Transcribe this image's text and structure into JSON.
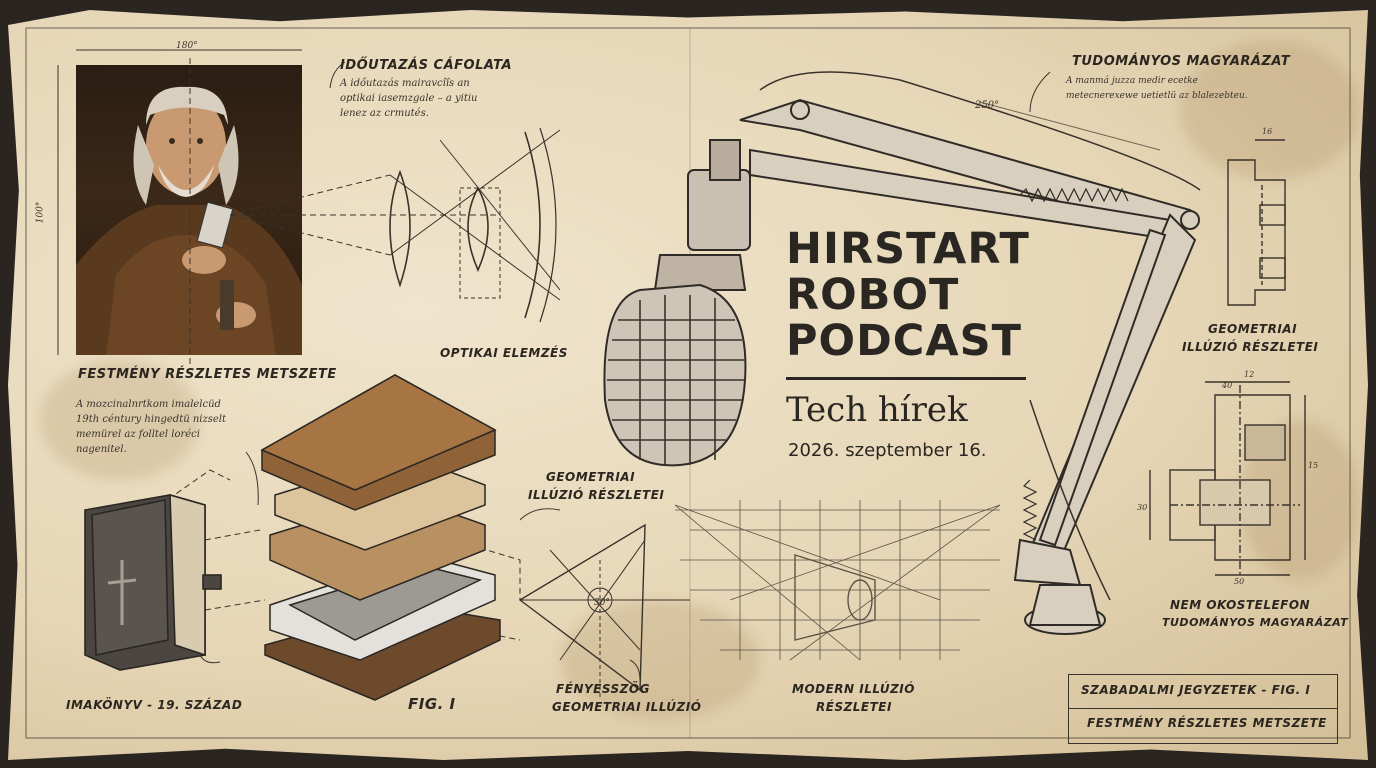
{
  "title_lines": [
    "HIRSTART",
    "ROBOT",
    "PODCAST"
  ],
  "subtitle": "Tech hírek",
  "date": "2026. szeptember 16.",
  "labels": {
    "idoutazas": "IDŐUTAZÁS CÁFOLATA",
    "tudomanyos": "TUDOMÁNYOS MAGYARÁZAT",
    "festmeny": "FESTMÉNY RÉSZLETES METSZETE",
    "optikai": "OPTIKAI ELEMZÉS",
    "geom_right_1": "GEOMETRIAI",
    "geom_right_2": "ILLÚZIÓ RÉSZLETEI",
    "geom_mid_1": "GEOMETRIAI",
    "geom_mid_2": "ILLÚZIÓ RÉSZLETEI",
    "nem_okos_1": "NEM OKOSTELEFON",
    "nem_okos_2": "TUDOMÁNYOS MAGYARÁZAT",
    "imakonyv": "IMAKÖNYV - 19. SZÁZAD",
    "fig": "FIG. I",
    "fenyesszog_1": "FÉNYESSZÖG",
    "fenyesszog_2": "GEOMETRIAI ILLÚZIÓ",
    "modern_1": "MODERN ILLÚZIÓ",
    "modern_2": "RÉSZLETEI",
    "szabadalmi": "SZABADALMI JEGYZETEK - FIG. I",
    "festmeny_2": "FESTMÉNY RÉSZLETES METSZETE"
  },
  "notes": {
    "idoutazas": "A időutazás mairavcîîs an\noptikai iasemzgale – a yitiu\nlenez az crmutés.",
    "tudomanyos": "A manmá juzza medir ecetke\nmetecnerexewe uetietlü az blalezebteu.",
    "book": "A mozcinalnrtkom imalelcüd\n19th céntury hingedtü nizselt\nmemürel az folltel loréci\nnagenitel."
  },
  "dimensions": {
    "portrait_width": "180°",
    "portrait_height": "100°",
    "arm_length": "250°",
    "detail_top": "16",
    "detail_40": "40",
    "detail_12": "12",
    "detail_50": "50",
    "detail_30": "30",
    "detail_15": "15",
    "prism_angle": "30°"
  },
  "colors": {
    "paper": "#e8dabc",
    "ink": "#2a2622",
    "wood": "#8a5a34"
  }
}
